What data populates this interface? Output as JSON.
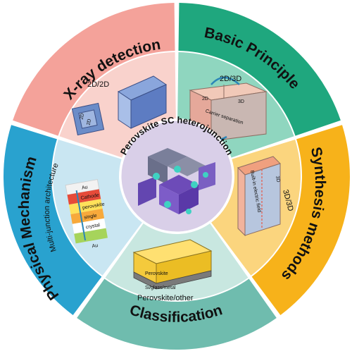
{
  "colors": {
    "xray_outer": "#f4a29a",
    "xray_inner": "#f9d2cc",
    "basic_outer": "#1fa77e",
    "basic_inner": "#8fd6bf",
    "synth_outer": "#f7b21a",
    "synth_inner": "#fbd57e",
    "class_outer": "#6fbcae",
    "class_inner": "#c8e7e0",
    "phys_outer": "#29a2cf",
    "phys_inner": "#c9e6f2",
    "center": "#d9cfe8"
  },
  "segments": {
    "xray": {
      "label": "X-ray detection",
      "sub": "2D/2D",
      "chip": "2D"
    },
    "basic": {
      "label": "Basic Principle",
      "sub": "2D/3D",
      "d2": "2D",
      "d3": "3D",
      "carrier": "Carrier separation"
    },
    "synth": {
      "label": "Synthesis methods",
      "sub": "3D/3D",
      "field": "Built-in electric field",
      "d3": "3D"
    },
    "classification": {
      "label": "Classification",
      "sub": "Perovskite/other",
      "top": "Perovskite",
      "bottom": "Si/glass/metal"
    },
    "physical": {
      "label": "Physical Mechanism",
      "sub": "Multi-junction architecture",
      "au": "Au",
      "layers": [
        "Cathode",
        "perovskite",
        "single",
        "crystal"
      ]
    }
  },
  "center": {
    "label": "Perovskite SC  heterojunction"
  }
}
